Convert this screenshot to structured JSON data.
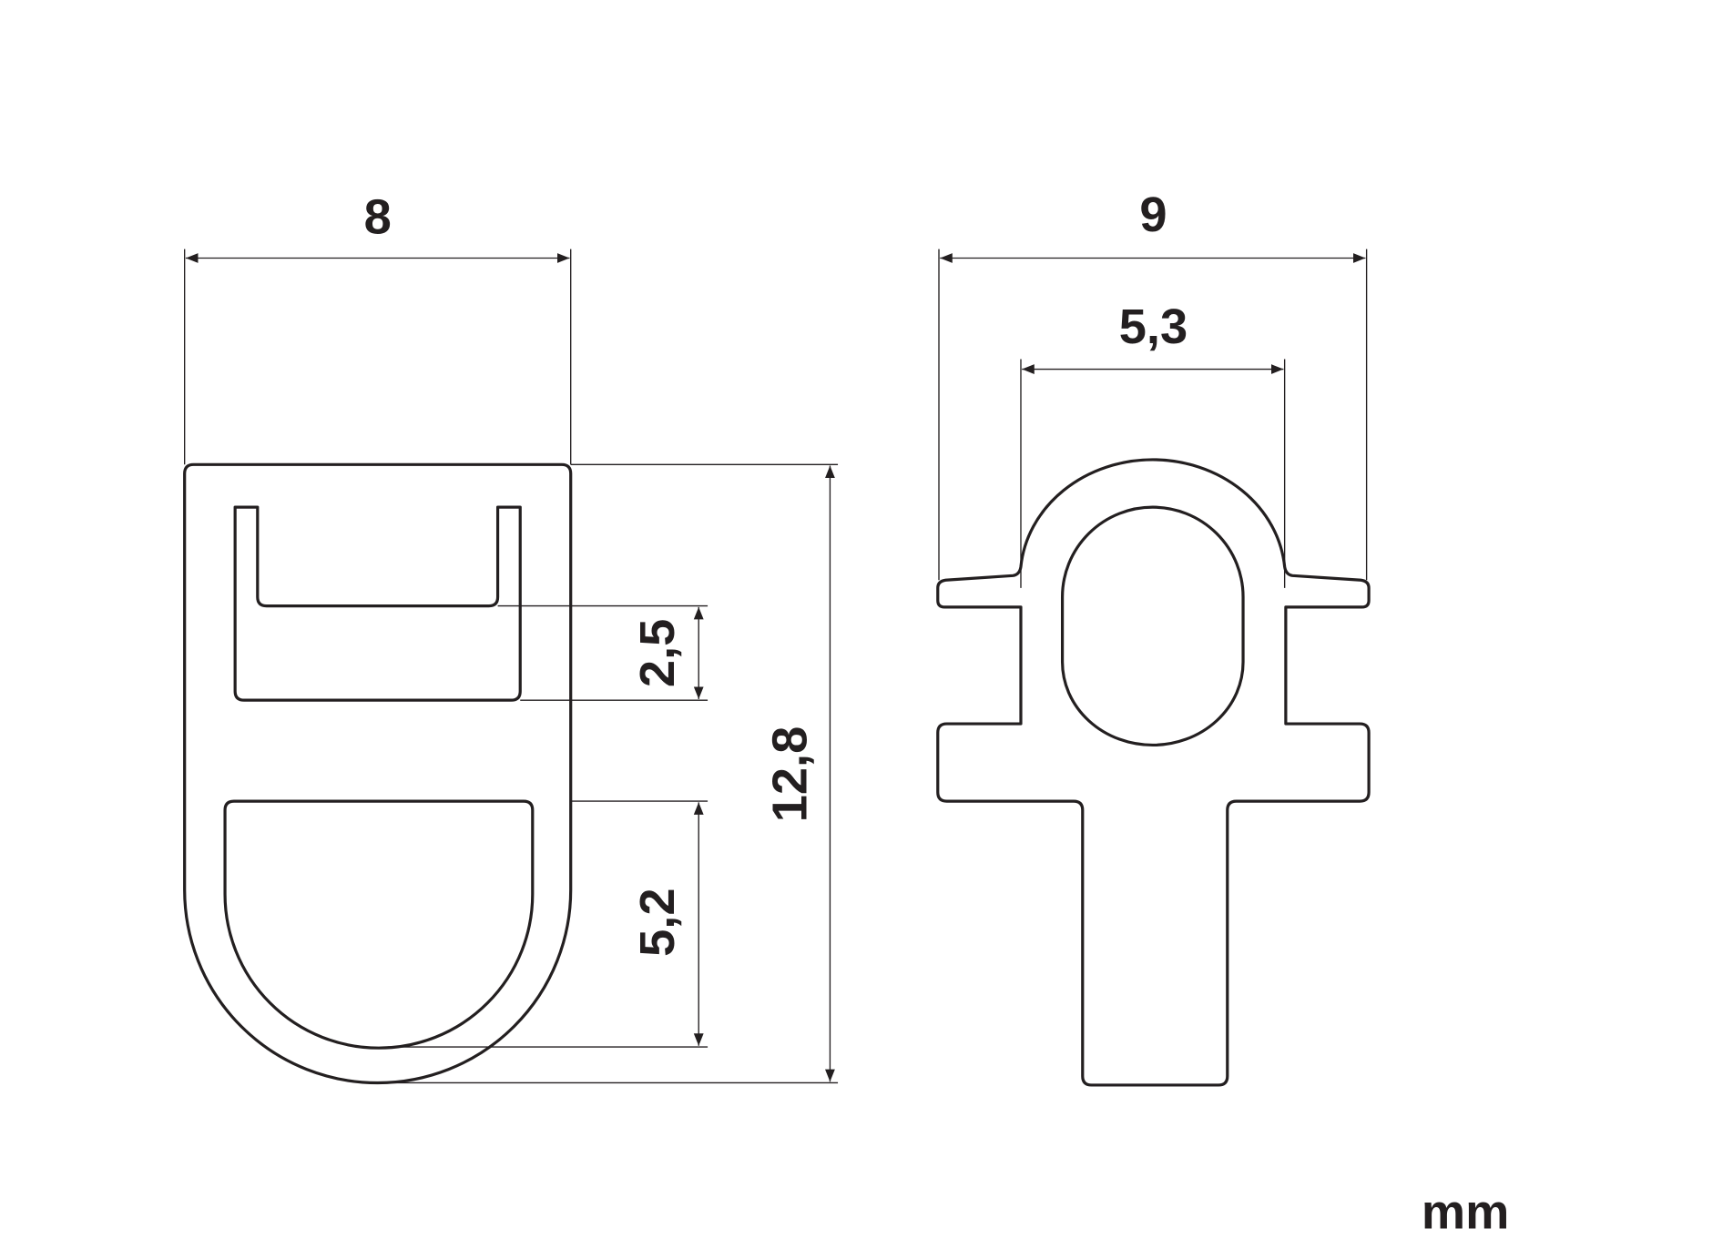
{
  "dimensions": {
    "side_width": "8",
    "side_height": "12,8",
    "upper_slot": "2,5",
    "lower_opening": "5,2",
    "front_width": "9",
    "front_inner_width": "5,3"
  },
  "unit": "mm",
  "colors": {
    "line": "#231f20",
    "background": "#ffffff"
  }
}
